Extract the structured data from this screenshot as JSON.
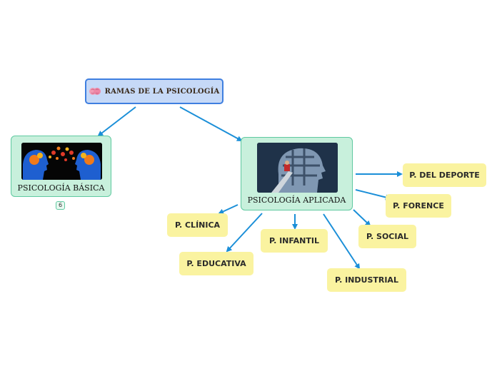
{
  "root": {
    "label": "RAMAS DE  LA PSICOLOGÍA",
    "icon": "brain-icon"
  },
  "nodes": {
    "basica": {
      "label": "PSICOLOGÍA BÁSICA",
      "image": "heads-gears-image",
      "badge": "6"
    },
    "aplicada": {
      "label": "PSICOLOGÍA APLICADA",
      "image": "head-maze-image"
    }
  },
  "leaves": {
    "deporte": "P. DEL DEPORTE",
    "forence": "P. FORENCE",
    "social": "P. SOCIAL",
    "clinica": "P. CLÍNICA",
    "infantil": "P. INFANTIL",
    "educativa": "P. EDUCATIVA",
    "industrial": "P. INDUSTRIAL"
  },
  "colors": {
    "connector": "#1b8fd8",
    "root_fill": "#c6d9f7",
    "root_border": "#3f7fe0",
    "main_fill": "#c8f0dc",
    "leaf_fill": "#faf3a0"
  }
}
